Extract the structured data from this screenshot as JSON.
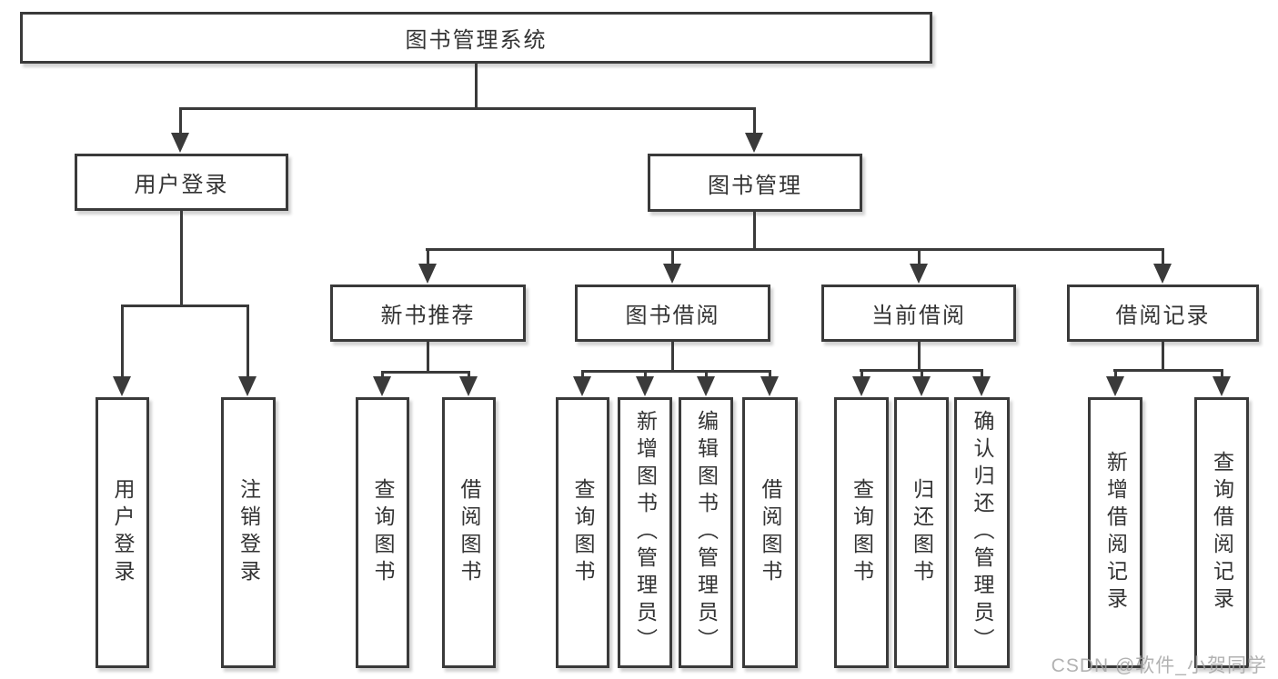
{
  "diagram": {
    "root": {
      "label": "图书管理系统"
    },
    "user_login": {
      "label": "用户登录",
      "children": [
        {
          "label": "用户登录"
        },
        {
          "label": "注销登录"
        }
      ]
    },
    "book_mgmt": {
      "label": "图书管理",
      "sections": [
        {
          "label": "新书推荐",
          "children": [
            {
              "label": "查询图书"
            },
            {
              "label": "借阅图书"
            }
          ]
        },
        {
          "label": "图书借阅",
          "children": [
            {
              "label": "查询图书"
            },
            {
              "label": "新增图书（管理员）"
            },
            {
              "label": "编辑图书（管理员）"
            },
            {
              "label": "借阅图书"
            }
          ]
        },
        {
          "label": "当前借阅",
          "children": [
            {
              "label": "查询图书"
            },
            {
              "label": "归还图书"
            },
            {
              "label": "确认归还（管理员）"
            }
          ]
        },
        {
          "label": "借阅记录",
          "children": [
            {
              "label": "新增借阅记录"
            },
            {
              "label": "查询借阅记录"
            }
          ]
        }
      ]
    }
  },
  "watermark": {
    "text": "CSDN @软件_小贺同学"
  },
  "colors": {
    "line": "#3a3a3a",
    "text": "#333333",
    "box_fill": "#ffffff",
    "watermark": "#a5a5a5",
    "background": "#ffffff"
  }
}
